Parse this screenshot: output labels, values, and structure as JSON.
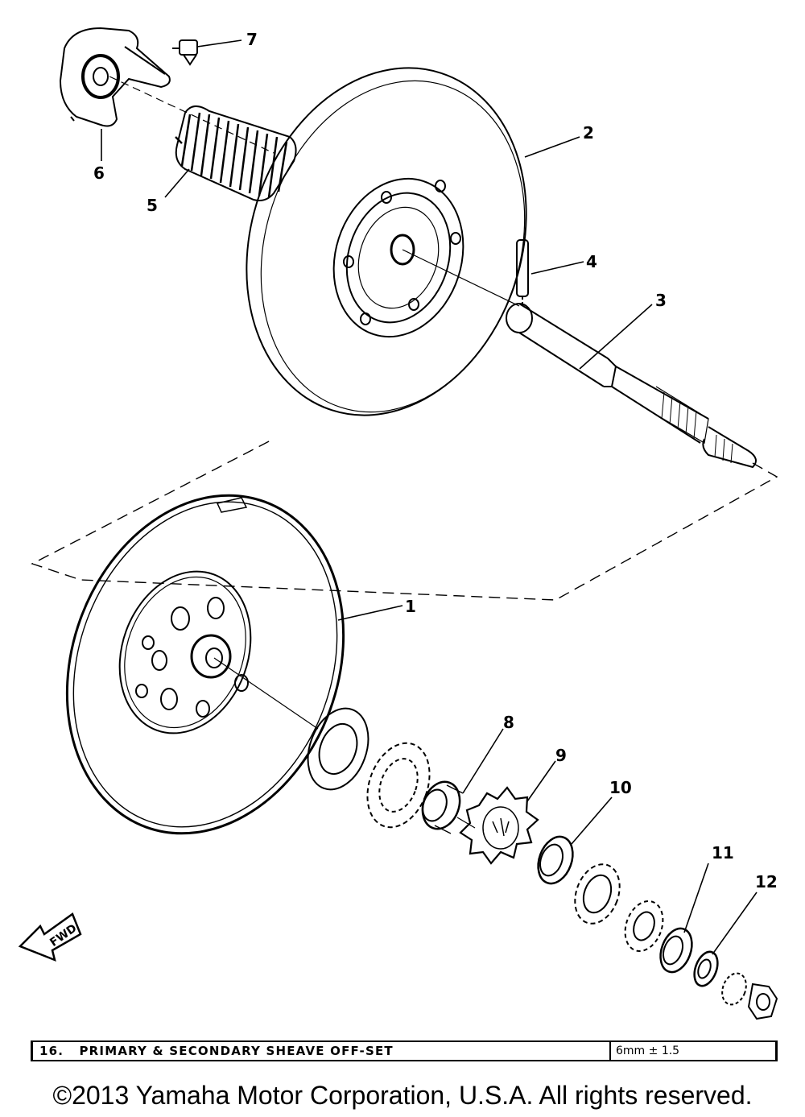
{
  "diagram": {
    "callouts": [
      {
        "id": "1",
        "label": "1"
      },
      {
        "id": "2",
        "label": "2"
      },
      {
        "id": "3",
        "label": "3"
      },
      {
        "id": "4",
        "label": "4"
      },
      {
        "id": "5",
        "label": "5"
      },
      {
        "id": "6",
        "label": "6"
      },
      {
        "id": "7",
        "label": "7"
      },
      {
        "id": "8",
        "label": "8"
      },
      {
        "id": "9",
        "label": "9"
      },
      {
        "id": "10",
        "label": "10"
      },
      {
        "id": "11",
        "label": "11"
      },
      {
        "id": "12",
        "label": "12"
      }
    ],
    "fwd_label": "FWD"
  },
  "title_bar": {
    "number": "16.",
    "title": "PRIMARY & SECONDARY SHEAVE OFF-SET",
    "spec": "6mm ± 1.5"
  },
  "copyright": "©2013 Yamaha Motor Corporation, U.S.A. All rights reserved."
}
